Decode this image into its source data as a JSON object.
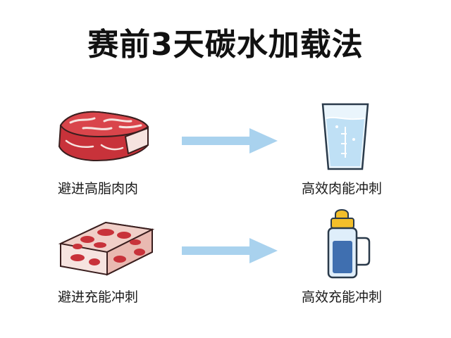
{
  "title": "赛前3天碳水加载法",
  "rows": [
    {
      "left_label": "避进高脂肉肉",
      "left_icon": "raw-steak-icon",
      "right_label": "高效肉能冲刺",
      "right_icon": "water-glass-icon"
    },
    {
      "left_label": "避进充能冲刺",
      "left_icon": "marbled-meat-icon",
      "right_label": "高效充能冲刺",
      "right_icon": "sports-bottle-icon"
    }
  ],
  "colors": {
    "meat_red": "#c8323a",
    "meat_fat": "#f6e3df",
    "arrow_blue": "#a9d2ee",
    "water_blue": "#bfe0f5",
    "bottle_blue": "#3f6fb0",
    "cap_yellow": "#f3bf2a"
  }
}
